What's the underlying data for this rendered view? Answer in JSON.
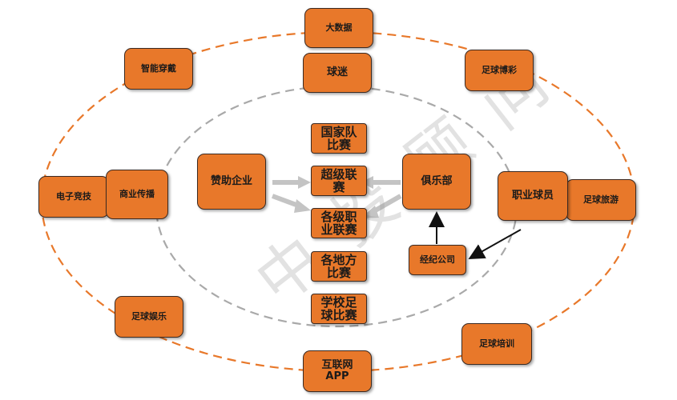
{
  "colors": {
    "node_fill": "#e8782a",
    "outer_ring": "#e8782a",
    "inner_ring": "#a9a9a9",
    "arrow_gray": "#bdbdbd",
    "arrow_black": "#111111"
  },
  "outer_ring_nodes": {
    "big_data": "大数据",
    "smart_wearables": "智能穿戴",
    "football_lottery": "足球博彩",
    "esports": "电子竞技",
    "football_tourism": "足球旅游",
    "football_entertainment": "足球娱乐",
    "football_training": "足球培训",
    "internet_app": "互联网\nAPP"
  },
  "inner_ring_nodes": {
    "fans": "球迷",
    "commercial_broadcast": "商业传播",
    "professional_players": "职业球员"
  },
  "core_nodes": {
    "sponsors": "赞助企业",
    "club": "俱乐部",
    "agency": "经纪公司"
  },
  "competitions": [
    "国家队\n比赛",
    "超级联\n赛",
    "各级职\n业联赛",
    "各地方\n比赛",
    "学校足\n球比赛"
  ],
  "watermark": "中 投 顾 问"
}
